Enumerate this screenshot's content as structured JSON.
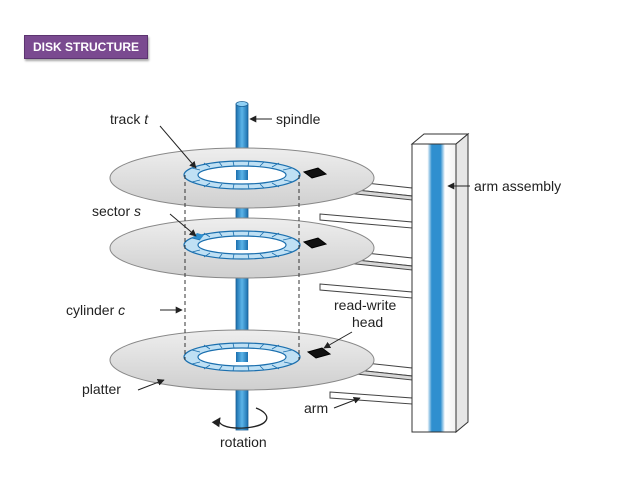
{
  "slide": {
    "title": "DISK STRUCTURE"
  },
  "diagram": {
    "labels": {
      "track_prefix": "track",
      "track_var": "t",
      "spindle": "spindle",
      "arm_assembly": "arm assembly",
      "sector_prefix": "sector",
      "sector_var": "s",
      "cylinder_prefix": "cylinder",
      "cylinder_var": "c",
      "read_write_line1": "read-write",
      "read_write_line2": "head",
      "platter": "platter",
      "arm": "arm",
      "rotation": "rotation"
    },
    "colors": {
      "title_bg": "#7a4a90",
      "spindle_blue": "#2f8fcf",
      "track_blue": "#bfe0f4",
      "sector_highlight": "#2f8fcf",
      "platter_gray": "#dcdcdc",
      "head_black": "#111111"
    }
  }
}
